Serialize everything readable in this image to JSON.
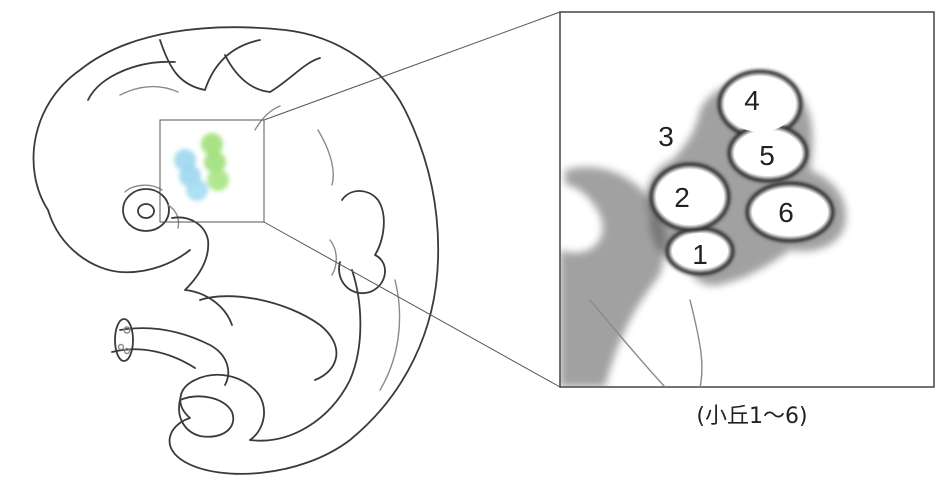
{
  "hills": [
    {
      "number": "1"
    },
    {
      "number": "2"
    },
    {
      "number": "3"
    },
    {
      "number": "4"
    },
    {
      "number": "5"
    },
    {
      "number": "6"
    }
  ],
  "caption": "(小丘1～6)",
  "colors": {
    "hill_blue": "#9fd6ef",
    "hill_green": "#9fe07a",
    "line": "#333333"
  }
}
